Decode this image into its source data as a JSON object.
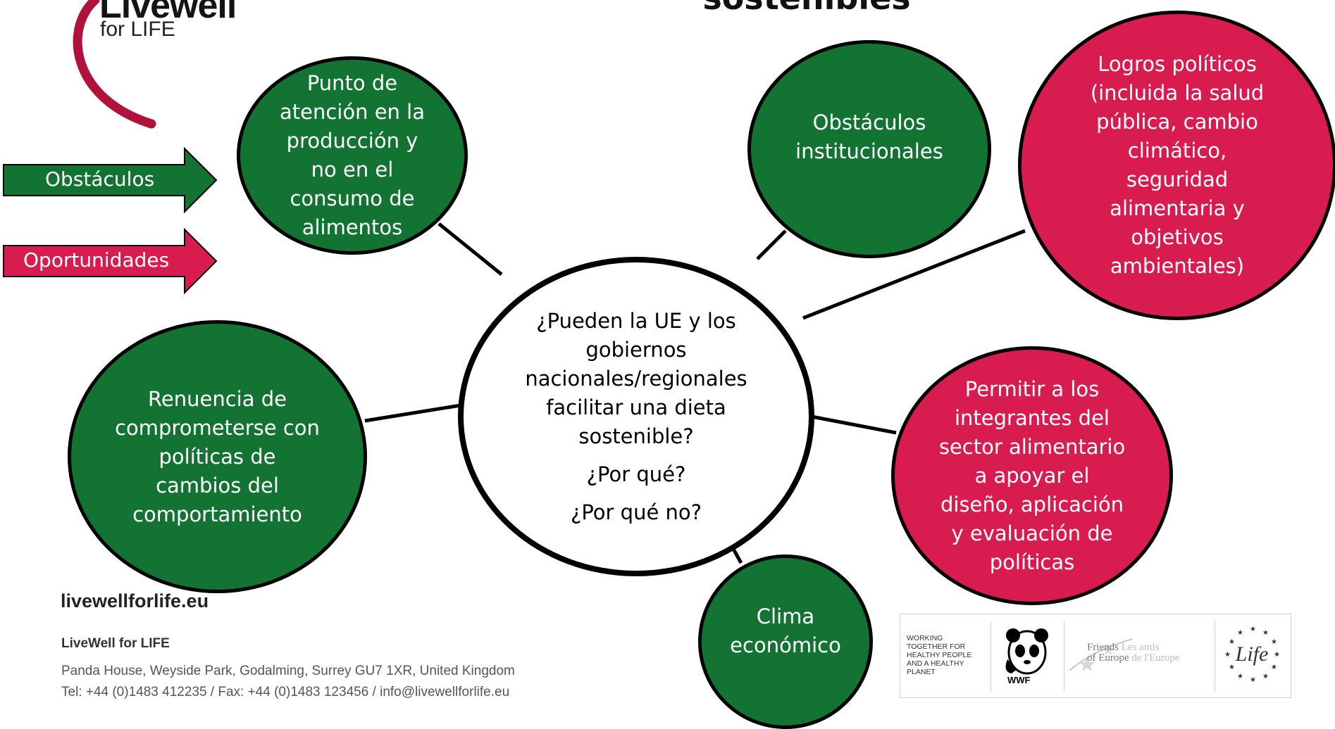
{
  "title": "sostenibles",
  "logo": {
    "word": "Livewell",
    "sub": "for LIFE"
  },
  "legend": {
    "obstacles": {
      "label": "Obstáculos",
      "color": "#137333"
    },
    "opportunities": {
      "label": "Oportunidades",
      "color": "#d91c50"
    }
  },
  "center": {
    "question": "¿Pueden la UE y los gobiernos nacionales/regionales facilitar una dieta sostenible?",
    "why": "¿Por qué?",
    "why_not": "¿Por qué no?"
  },
  "nodes": {
    "production_focus": {
      "text": "Punto de atención en la producción y no en el consumo de alimentos",
      "type": "obstacle"
    },
    "institutional": {
      "text": "Obstáculos institucionales",
      "type": "obstacle"
    },
    "political_achievements": {
      "text": "Logros políticos (incluida la salud pública, cambio climático, seguridad alimentaria y objetivos ambientales)",
      "type": "opportunity"
    },
    "behaviour_change": {
      "text": "Renuencia de comprometerse con políticas de cambios del comportamiento",
      "type": "obstacle"
    },
    "food_sector": {
      "text": "Permitir a los integrantes del sector alimentario a apoyar el diseño, aplicación y evaluación de políticas",
      "type": "opportunity"
    },
    "economic_climate": {
      "text": "Clima económico",
      "type": "obstacle"
    }
  },
  "footer": {
    "site": "livewellforlife.eu",
    "org": "LiveWell for LIFE",
    "address": "Panda House, Weyside Park, Godalming, Surrey GU7 1XR, United Kingdom",
    "contact": "Tel: +44 (0)1483 412235 / Fax: +44 (0)1483 123456 / info@livewellforlife.eu"
  },
  "partners": {
    "wwf_tagline": "WORKING TOGETHER FOR HEALTHY PEOPLE AND A HEALTHY PLANET",
    "wwf_name": "WWF",
    "friends_en": "Friends",
    "friends_fr": "Les amis",
    "friends_en_2": "of Europe",
    "friends_fr_2": "de l'Europe",
    "life_name": "Life"
  },
  "colors": {
    "green": "#137333",
    "crimson": "#d91c50",
    "outline": "#000000"
  }
}
